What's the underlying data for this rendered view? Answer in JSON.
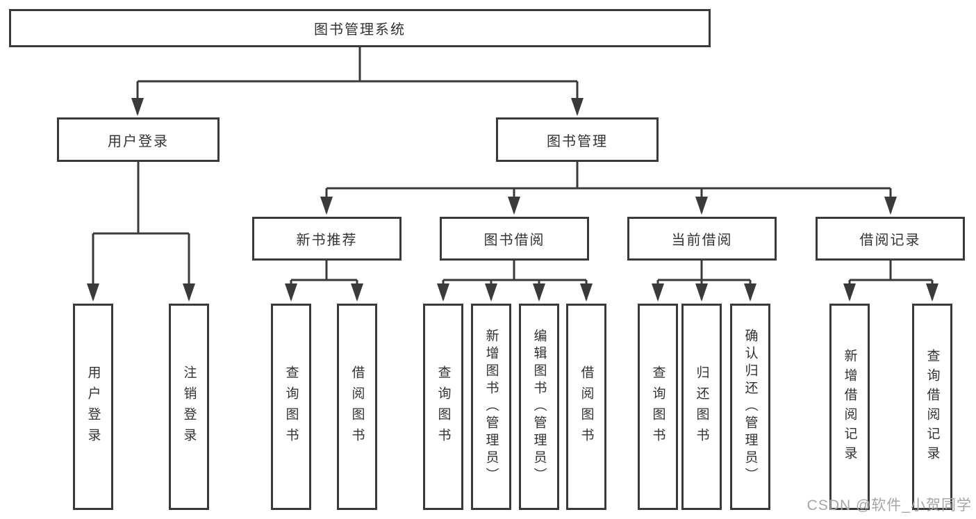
{
  "diagram_type": "hierarchy-tree",
  "colors": {
    "background": "#ffffff",
    "line": "#3a3a3a",
    "box_border": "#3a3a3a",
    "text": "#333333",
    "watermark": "#a6a6a6"
  },
  "tree": {
    "root": {
      "label": "图书管理系统",
      "children": [
        {
          "label": "用户登录",
          "children": [
            {
              "label": "用户登录"
            },
            {
              "label": "注销登录"
            }
          ]
        },
        {
          "label": "图书管理",
          "children": [
            {
              "label": "新书推荐",
              "children": [
                {
                  "label": "查询图书"
                },
                {
                  "label": "借阅图书"
                }
              ]
            },
            {
              "label": "图书借阅",
              "children": [
                {
                  "label": "查询图书"
                },
                {
                  "label": "新增图书（管理员）"
                },
                {
                  "label": "编辑图书（管理员）"
                },
                {
                  "label": "借阅图书"
                }
              ]
            },
            {
              "label": "当前借阅",
              "children": [
                {
                  "label": "查询图书"
                },
                {
                  "label": "归还图书"
                },
                {
                  "label": "确认归还（管理员）"
                }
              ]
            },
            {
              "label": "借阅记录",
              "children": [
                {
                  "label": "新增借阅记录"
                },
                {
                  "label": "查询借阅记录"
                }
              ]
            }
          ]
        }
      ]
    }
  },
  "watermark": {
    "text": "CSDN @软件_小贺同学"
  }
}
